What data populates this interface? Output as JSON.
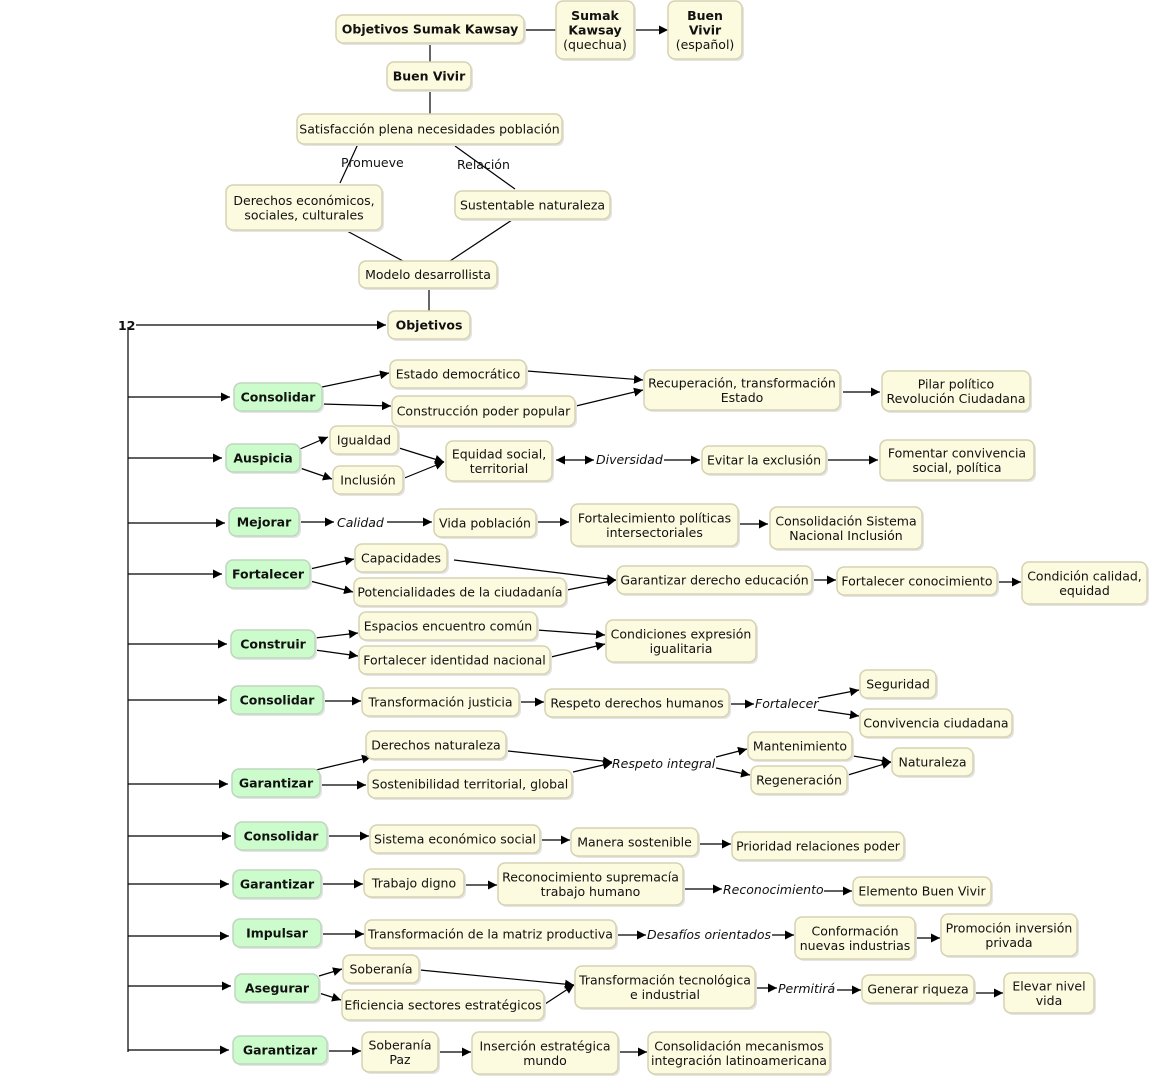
{
  "colors": {
    "concept": "#fcfadf",
    "verb": "#ccfccc",
    "line": "#000000"
  },
  "count": "12",
  "nodes": {
    "objsk": "Objetivos Sumak Kawsay",
    "sumak": [
      "Sumak",
      "Kawsay",
      "(quechua)"
    ],
    "buen": [
      "Buen",
      "Vivir",
      "(español)"
    ],
    "bv": "Buen Vivir",
    "satis": "Satisfacción plena necesidades población",
    "derechos": [
      "Derechos económicos,",
      "sociales, culturales"
    ],
    "sust": "Sustentable naturaleza",
    "modelo": "Modelo desarrollista",
    "objetivos": "Objetivos",
    "estado_dem": "Estado democrático",
    "construccion": "Construcción poder popular",
    "recuperacion": [
      "Recuperación, transformación",
      "Estado"
    ],
    "pilar": [
      "Pilar político",
      "Revolución Ciudadana"
    ],
    "igualdad": "Igualdad",
    "inclusion": "Inclusión",
    "equidad": [
      "Equidad social,",
      "territorial"
    ],
    "evitar": "Evitar la exclusión",
    "fomentar": [
      "Fomentar convivencia",
      "social, política"
    ],
    "vida": "Vida población",
    "fortpol": [
      "Fortalecimiento políticas",
      "intersectoriales"
    ],
    "consis": [
      "Consolidación Sistema",
      "Nacional Inclusión"
    ],
    "capacidades": "Capacidades",
    "potencial": "Potencialidades de la ciudadanía",
    "garder": "Garantizar derecho educación",
    "fortcon": "Fortalecer conocimiento",
    "condcal": [
      "Condición calidad,",
      "equidad"
    ],
    "espacios": "Espacios encuentro común",
    "fortid": "Fortalecer identidad nacional",
    "condexp": [
      "Condiciones expresión",
      "igualitaria"
    ],
    "transjus": "Transformación justicia",
    "respeto": "Respeto derechos humanos",
    "seguridad": "Seguridad",
    "convciud": "Convivencia ciudadana",
    "dernat": "Derechos naturaleza",
    "sostter": "Sostenibilidad territorial, global",
    "manten": "Mantenimiento",
    "regen": "Regeneración",
    "naturaleza": "Naturaleza",
    "sistemaec": "Sistema económico social",
    "manera": "Manera sostenible",
    "prioridad": "Prioridad relaciones poder",
    "trabajo": "Trabajo digno",
    "reconoc": [
      "Reconocimiento supremacía",
      "trabajo humano"
    ],
    "elemento": "Elemento Buen Vivir",
    "transmat": "Transformación de la matriz productiva",
    "conform": [
      "Conformación",
      "nuevas industrias"
    ],
    "promocion": [
      "Promoción inversión",
      "privada"
    ],
    "soberania": "Soberanía",
    "eficiencia": "Eficiencia sectores estratégicos",
    "transtec": [
      "Transformación tecnológica",
      "e industrial"
    ],
    "generar": "Generar riqueza",
    "elevar": [
      "Elevar nivel",
      "vida"
    ],
    "sobpaz": [
      "Soberanía",
      "Paz"
    ],
    "insercion": [
      "Inserción estratégica",
      "mundo"
    ],
    "consmec": [
      "Consolidación mecanismos",
      "integración latinoamericana"
    ],
    "v1": "Consolidar",
    "v2": "Auspicia",
    "v3": "Mejorar",
    "v4": "Fortalecer",
    "v5": "Construir",
    "v6": "Consolidar",
    "v7": "Garantizar",
    "v8": "Consolidar",
    "v9": "Garantizar",
    "v10": "Impulsar",
    "v11": "Asegurar",
    "v12": "Garantizar"
  },
  "links": {
    "promueve": "Promueve",
    "relacion": "Relación",
    "diversidad": "Diversidad",
    "calidad": "Calidad",
    "fortalecer": "Fortalecer",
    "respeto_integral": "Respeto integral",
    "reconocimiento": "Reconocimiento",
    "desafios": "Desafíos orientados",
    "permitira": "Permitirá"
  }
}
